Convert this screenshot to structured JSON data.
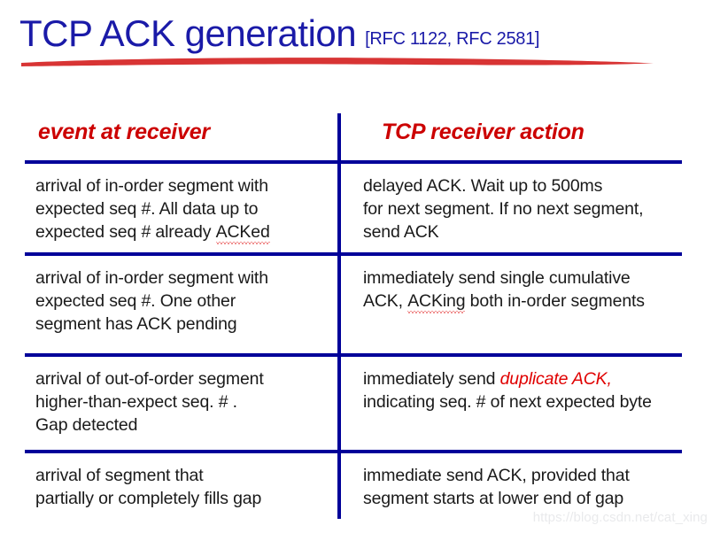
{
  "slide": {
    "title_main": "TCP ACK generation",
    "title_ref": "[RFC 1122, RFC 2581]",
    "title_color": "#1a1aa8",
    "underline_color": "#d83434",
    "rule_color": "#000099",
    "header_color": "#cc0000",
    "accent_red": "#e00000"
  },
  "table": {
    "headers": {
      "left": "event at receiver",
      "right": "TCP receiver action"
    },
    "rows": [
      {
        "event": {
          "line1": "arrival of in-order segment with",
          "line2": "expected seq #. All data up to",
          "line3_pre": "expected seq # already ",
          "line3_misspelled": "ACKed"
        },
        "action": {
          "line1": "delayed ACK. Wait up to 500ms",
          "line2": "for next segment. If no next segment,",
          "line3": "send ACK"
        }
      },
      {
        "event": {
          "line1": "arrival of in-order segment with",
          "line2": "expected seq #. One other",
          "line3": "segment has ACK pending"
        },
        "action": {
          "line1": "immediately send single cumulative",
          "line2_pre": "ACK, ",
          "line2_misspelled": "ACKing",
          "line2_post": " both in-order segments"
        }
      },
      {
        "event": {
          "line1": "arrival of out-of-order segment",
          "line2": "higher-than-expect seq. # .",
          "line3": "Gap detected"
        },
        "action": {
          "line1_pre": "immediately send ",
          "line1_emphasis": "duplicate ACK,",
          "line2": "indicating seq. # of next expected byte"
        }
      },
      {
        "event": {
          "line1": "arrival of segment that",
          "line2": "partially or completely fills gap"
        },
        "action": {
          "line1": "immediate send ACK, provided that",
          "line2": "segment starts at lower end of gap"
        }
      }
    ]
  },
  "watermark": {
    "text": "https://blog.csdn.net/cat_xing"
  }
}
